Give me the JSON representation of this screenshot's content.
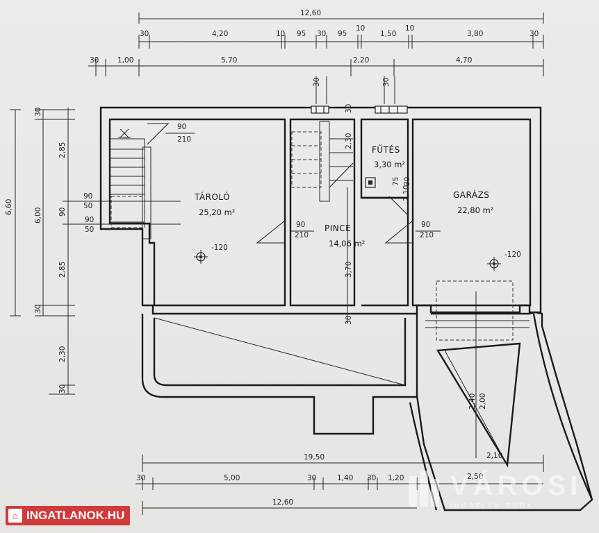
{
  "rooms": {
    "tarolo": {
      "name": "TÁROLÓ",
      "area": "25,20 m²"
    },
    "futes": {
      "name": "FŰTÉS",
      "area": "3,30 m²"
    },
    "garazs": {
      "name": "GARÁZS",
      "area": "22,80 m²"
    },
    "pince": {
      "name": "PINCE",
      "area": "14,06 m²"
    }
  },
  "levels": {
    "tarolo": "-120",
    "garazs": "-120"
  },
  "top_dims": {
    "total": "12,60",
    "row2": [
      "30",
      "4,20",
      "10",
      "95",
      "30",
      "95",
      "10",
      "1,50",
      "10",
      "3,80",
      "30"
    ],
    "row3": [
      "30",
      "1,00",
      "5,70",
      "2,20",
      "4,70"
    ]
  },
  "side_dims": {
    "total": "6,60",
    "inner": "6,00",
    "parts": [
      "30",
      "2,85",
      "90",
      "2,85",
      "30",
      "2,30",
      "30"
    ]
  },
  "openings": {
    "d1": "90",
    "d1h": "210",
    "w1": "90",
    "w1h": "50",
    "w2": "90",
    "w2h": "50",
    "d2": "90",
    "d2h": "210",
    "d3": "90",
    "d3h": "210",
    "wf1": "30",
    "wf2": "30",
    "pince_depth": "3,70",
    "pince_wall": "30",
    "stair_top": "2,30",
    "futes_door": "2,10",
    "futes_door2": "75",
    "futes_w": "30",
    "pin_w": "30"
  },
  "ramp": {
    "a": "2,40",
    "b": "2,00",
    "c": "2,10",
    "d": "2,50"
  },
  "bottom_dims": {
    "row1": "19,50",
    "row2": [
      "30",
      "5,00",
      "30",
      "1,40",
      "30",
      "1,20"
    ],
    "row3": "12,60"
  },
  "watermark": {
    "word": "VÁROSI",
    "sub": "INGATLANIRODA"
  },
  "badge": {
    "text": "INGATLANOK.HU"
  }
}
